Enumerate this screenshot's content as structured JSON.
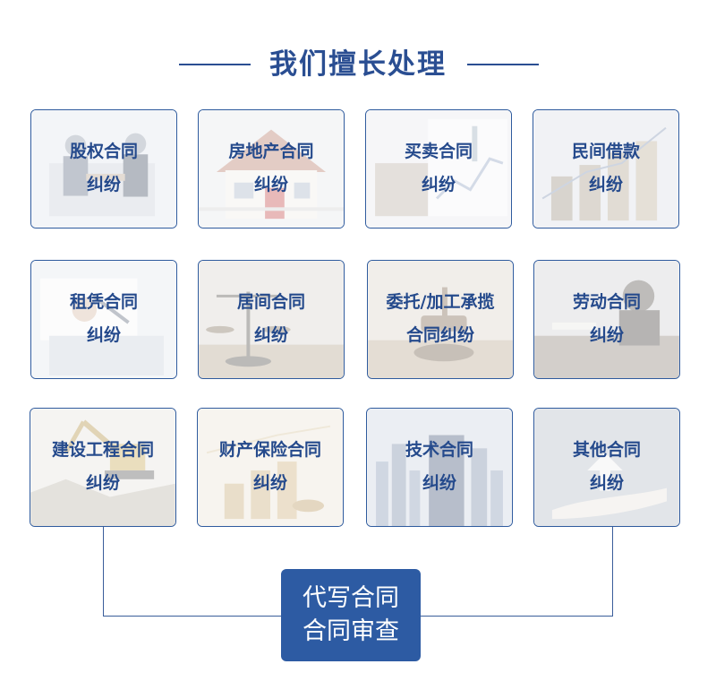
{
  "header": {
    "title": "我们擅长处理"
  },
  "cards": [
    {
      "line1": "股权合同",
      "line2": "纠纷",
      "icon": "handshake-photo"
    },
    {
      "line1": "房地产合同",
      "line2": "纠纷",
      "icon": "house-photo"
    },
    {
      "line1": "买卖合同",
      "line2": "纠纷",
      "icon": "chart-document-photo"
    },
    {
      "line1": "民间借款",
      "line2": "纠纷",
      "icon": "coins-photo"
    },
    {
      "line1": "租凭合同",
      "line2": "纠纷",
      "icon": "signing-photo"
    },
    {
      "line1": "居间合同",
      "line2": "纠纷",
      "icon": "scales-photo"
    },
    {
      "line1": "委托/加工承揽",
      "line2": "合同纠纷",
      "icon": "gavel-photo"
    },
    {
      "line1": "劳动合同",
      "line2": "纠纷",
      "icon": "law-office-photo"
    },
    {
      "line1": "建设工程合同",
      "line2": "纠纷",
      "icon": "excavator-photo"
    },
    {
      "line1": "财产保险合同",
      "line2": "纠纷",
      "icon": "coin-stacks-photo"
    },
    {
      "line1": "技术合同",
      "line2": "纠纷",
      "icon": "tech-city-photo"
    },
    {
      "line1": "其他合同",
      "line2": "纠纷",
      "icon": "hand-growth-photo"
    }
  ],
  "main_service": {
    "line1": "代写合同",
    "line2": "合同审查"
  },
  "colors": {
    "primary": "#2a4e92",
    "card_border": "#2f5b9e",
    "main_box": "#2d5ba3"
  }
}
